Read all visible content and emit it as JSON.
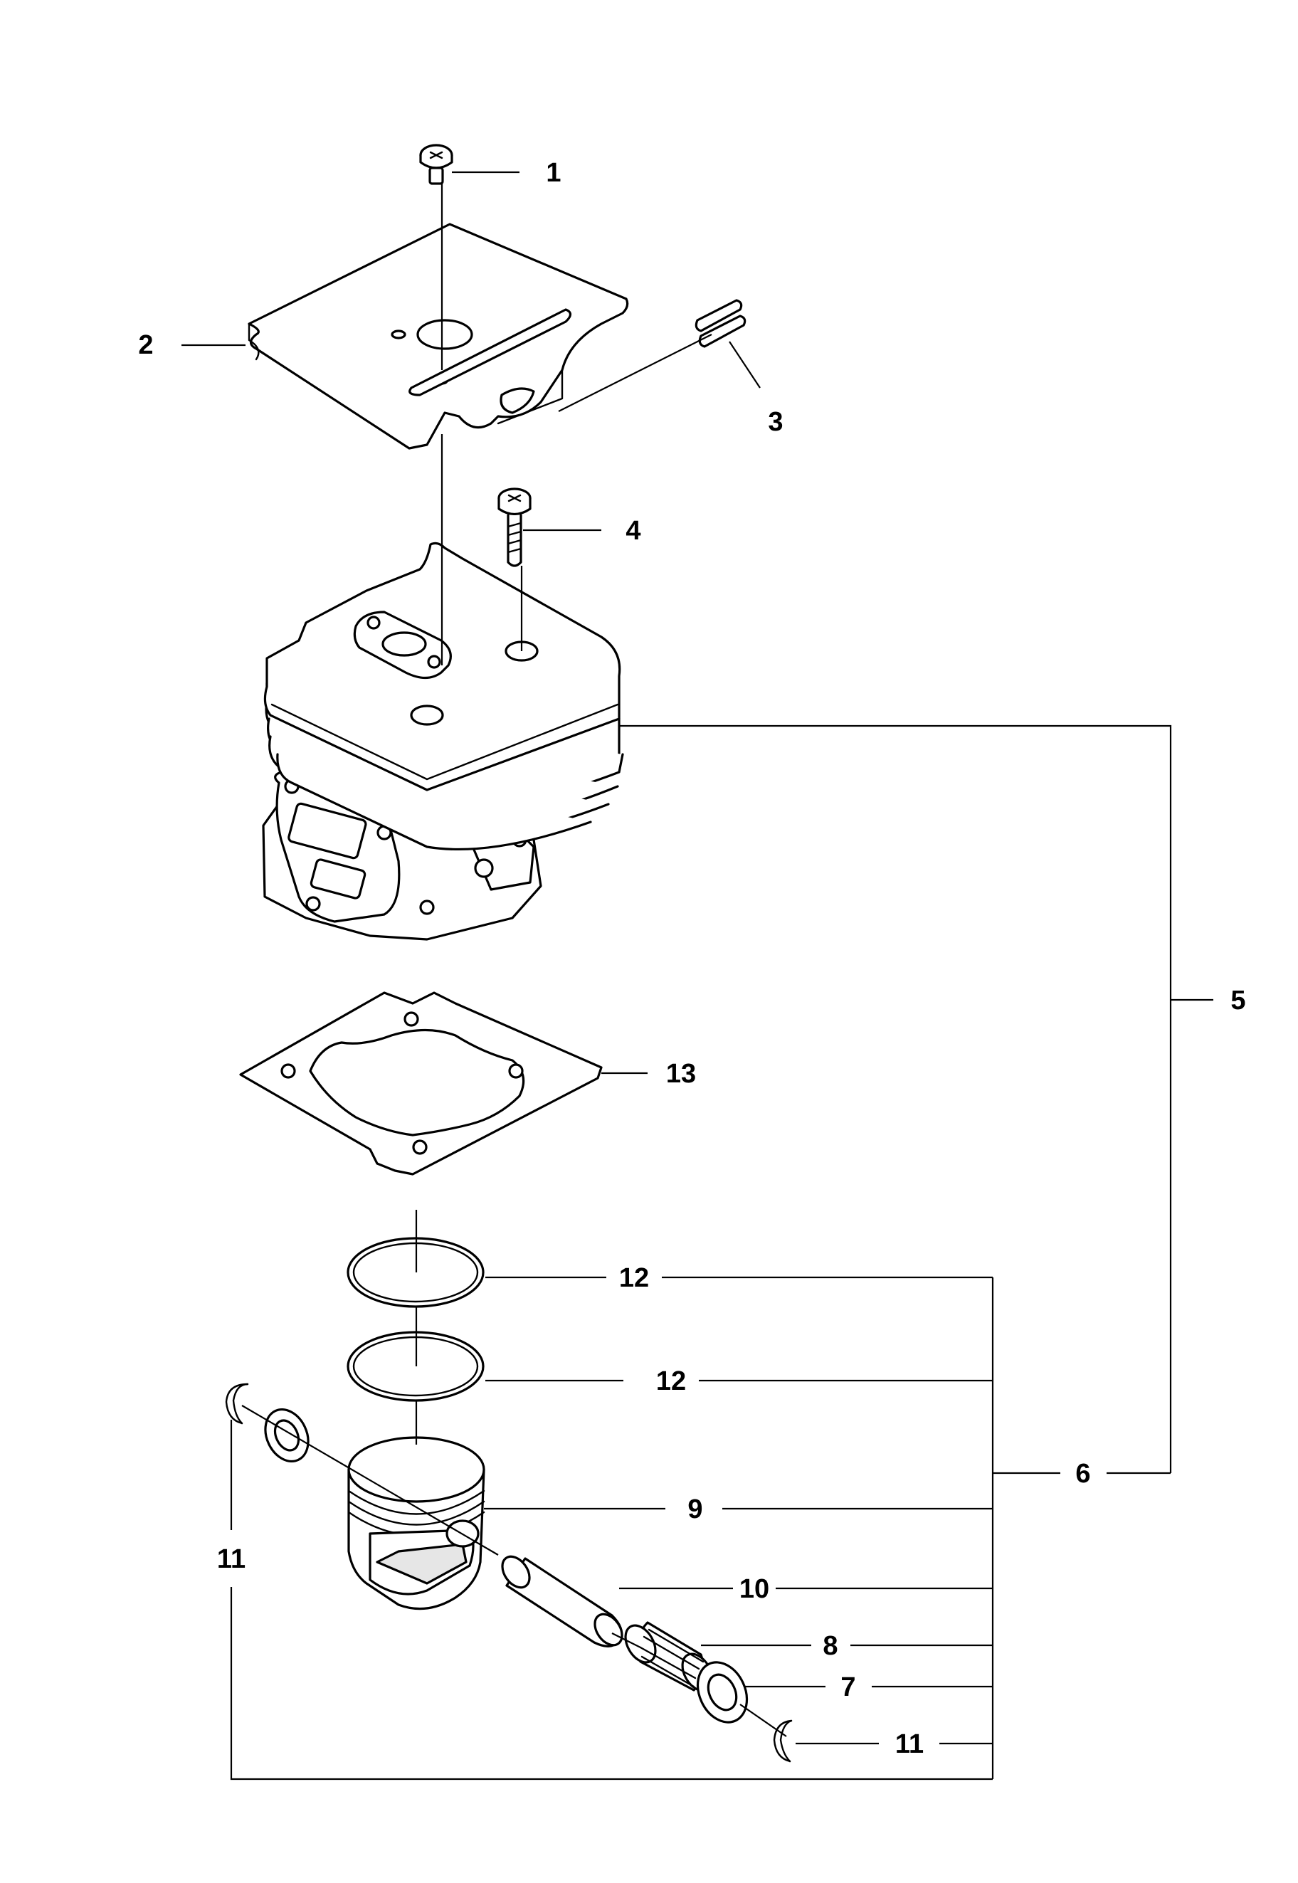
{
  "callouts": [
    {
      "id": "c1",
      "text": "1"
    },
    {
      "id": "c2",
      "text": "2"
    },
    {
      "id": "c3",
      "text": "3"
    },
    {
      "id": "c4",
      "text": "4"
    },
    {
      "id": "c5",
      "text": "5"
    },
    {
      "id": "c6",
      "text": "6"
    },
    {
      "id": "c7",
      "text": "7"
    },
    {
      "id": "c8",
      "text": "8"
    },
    {
      "id": "c9",
      "text": "9"
    },
    {
      "id": "c10",
      "text": "10"
    },
    {
      "id": "c11a",
      "text": "11"
    },
    {
      "id": "c11b",
      "text": "11"
    },
    {
      "id": "c12a",
      "text": "12"
    },
    {
      "id": "c12b",
      "text": "12"
    },
    {
      "id": "c13",
      "text": "13"
    }
  ]
}
